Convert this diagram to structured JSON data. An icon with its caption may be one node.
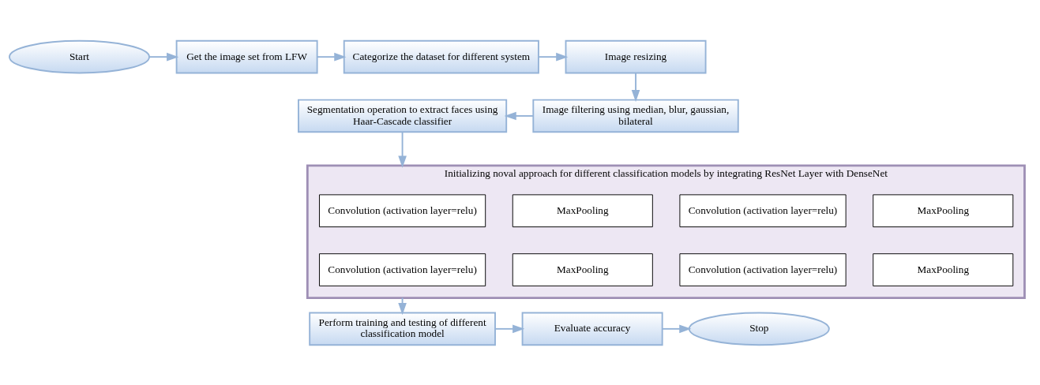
{
  "diagram": {
    "nodes": [
      {
        "text": [
          "Start"
        ]
      },
      {
        "text": [
          "Get the image set from LFW"
        ]
      },
      {
        "text": [
          "Categorize the dataset for different system"
        ]
      },
      {
        "text": [
          "Image resizing"
        ]
      },
      {
        "text": [
          "Image filtering using median, blur, gaussian, bilateral"
        ]
      },
      {
        "text": [
          "Segmentation operation to extract faces using Haar-Cascade classifier"
        ]
      },
      {
        "text": [
          "Initializing noval approach for different classification models by integrating ResNet Layer with DenseNet"
        ]
      },
      {
        "text": [
          "Convolution (activation layer=relu)"
        ],
        "in": 6
      },
      {
        "text": [
          "MaxPooling"
        ],
        "in": 6
      },
      {
        "text": [
          "Convolution (activation layer=relu)"
        ],
        "in": 6
      },
      {
        "text": [
          "MaxPooling"
        ],
        "in": 6
      },
      {
        "text": [
          "Convolution (activation layer=relu)"
        ],
        "in": 6
      },
      {
        "text": [
          "MaxPooling"
        ],
        "in": 6
      },
      {
        "text": [
          "Convolution (activation layer=relu)"
        ],
        "in": 6
      },
      {
        "text": [
          "MaxPooling"
        ],
        "in": 6
      },
      {
        "text": [
          "Perform training and testing of different classification model"
        ]
      },
      {
        "text": [
          "Evaluate accuracy"
        ]
      },
      {
        "text": [
          "Stop"
        ]
      }
    ],
    "edges": [
      {
        "from": 0,
        "to": 1,
        "arrow": "to"
      },
      {
        "from": 1,
        "to": 2,
        "arrow": "to"
      },
      {
        "from": 2,
        "to": 3,
        "arrow": "to"
      },
      {
        "from": 3,
        "to": 4,
        "arrow": "to"
      },
      {
        "from": 4,
        "to": 5,
        "arrow": "to"
      },
      {
        "from": 5,
        "to": 6,
        "arrow": "to"
      },
      {
        "from": 6,
        "to": 15,
        "arrow": "to"
      },
      {
        "from": 15,
        "to": 16,
        "arrow": "to"
      },
      {
        "from": 16,
        "to": 17,
        "arrow": "to"
      }
    ]
  }
}
